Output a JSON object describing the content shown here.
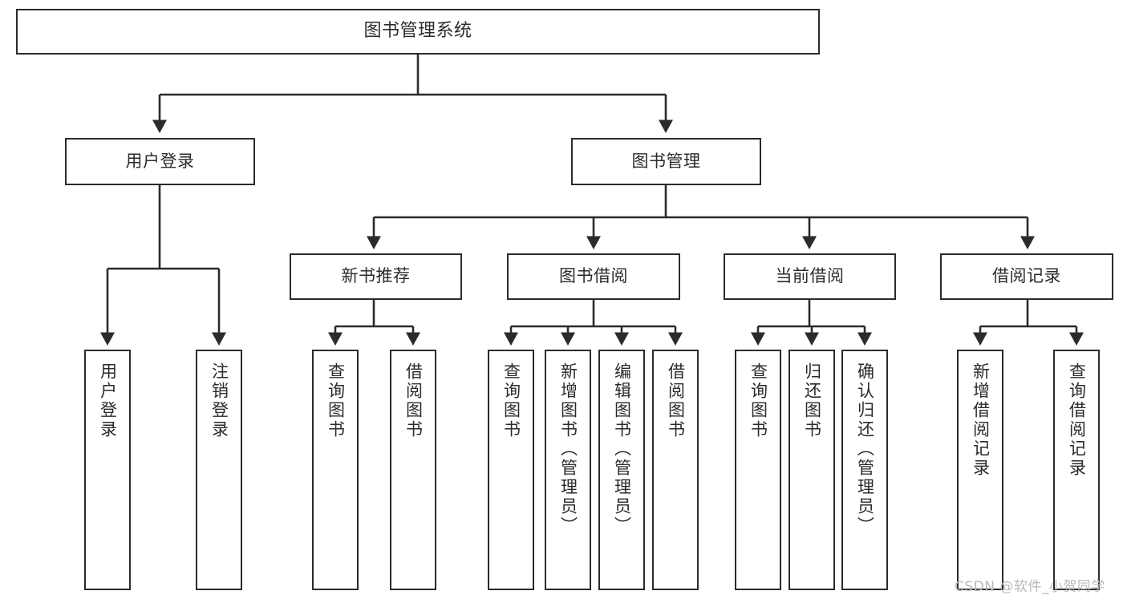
{
  "diagram": {
    "title_text": "图书管理系统",
    "watermark": "CSDN @软件_小贺同学",
    "stroke_color": "#2b2b2b",
    "background_color": "#ffffff",
    "watermark_color": "#b9b9b9"
  },
  "nodes": {
    "root": {
      "label": "图书管理系统"
    },
    "level2": [
      {
        "label": "用户登录"
      },
      {
        "label": "图书管理"
      }
    ],
    "level3": [
      {
        "label": "新书推荐"
      },
      {
        "label": "图书借阅"
      },
      {
        "label": "当前借阅"
      },
      {
        "label": "借阅记录"
      }
    ],
    "leaves": {
      "user_login": [
        {
          "label": "用户登录"
        },
        {
          "label": "注销登录"
        }
      ],
      "new_book_recommend": [
        {
          "label": "查询图书"
        },
        {
          "label": "借阅图书"
        }
      ],
      "book_borrow": [
        {
          "label": "查询图书"
        },
        {
          "label": "新增图书（管理员）"
        },
        {
          "label": "编辑图书（管理员）"
        },
        {
          "label": "借阅图书"
        }
      ],
      "current_borrow": [
        {
          "label": "查询图书"
        },
        {
          "label": "归还图书"
        },
        {
          "label": "确认归还（管理员）"
        }
      ],
      "borrow_record": [
        {
          "label": "新增借阅记录"
        },
        {
          "label": "查询借阅记录"
        }
      ]
    }
  }
}
